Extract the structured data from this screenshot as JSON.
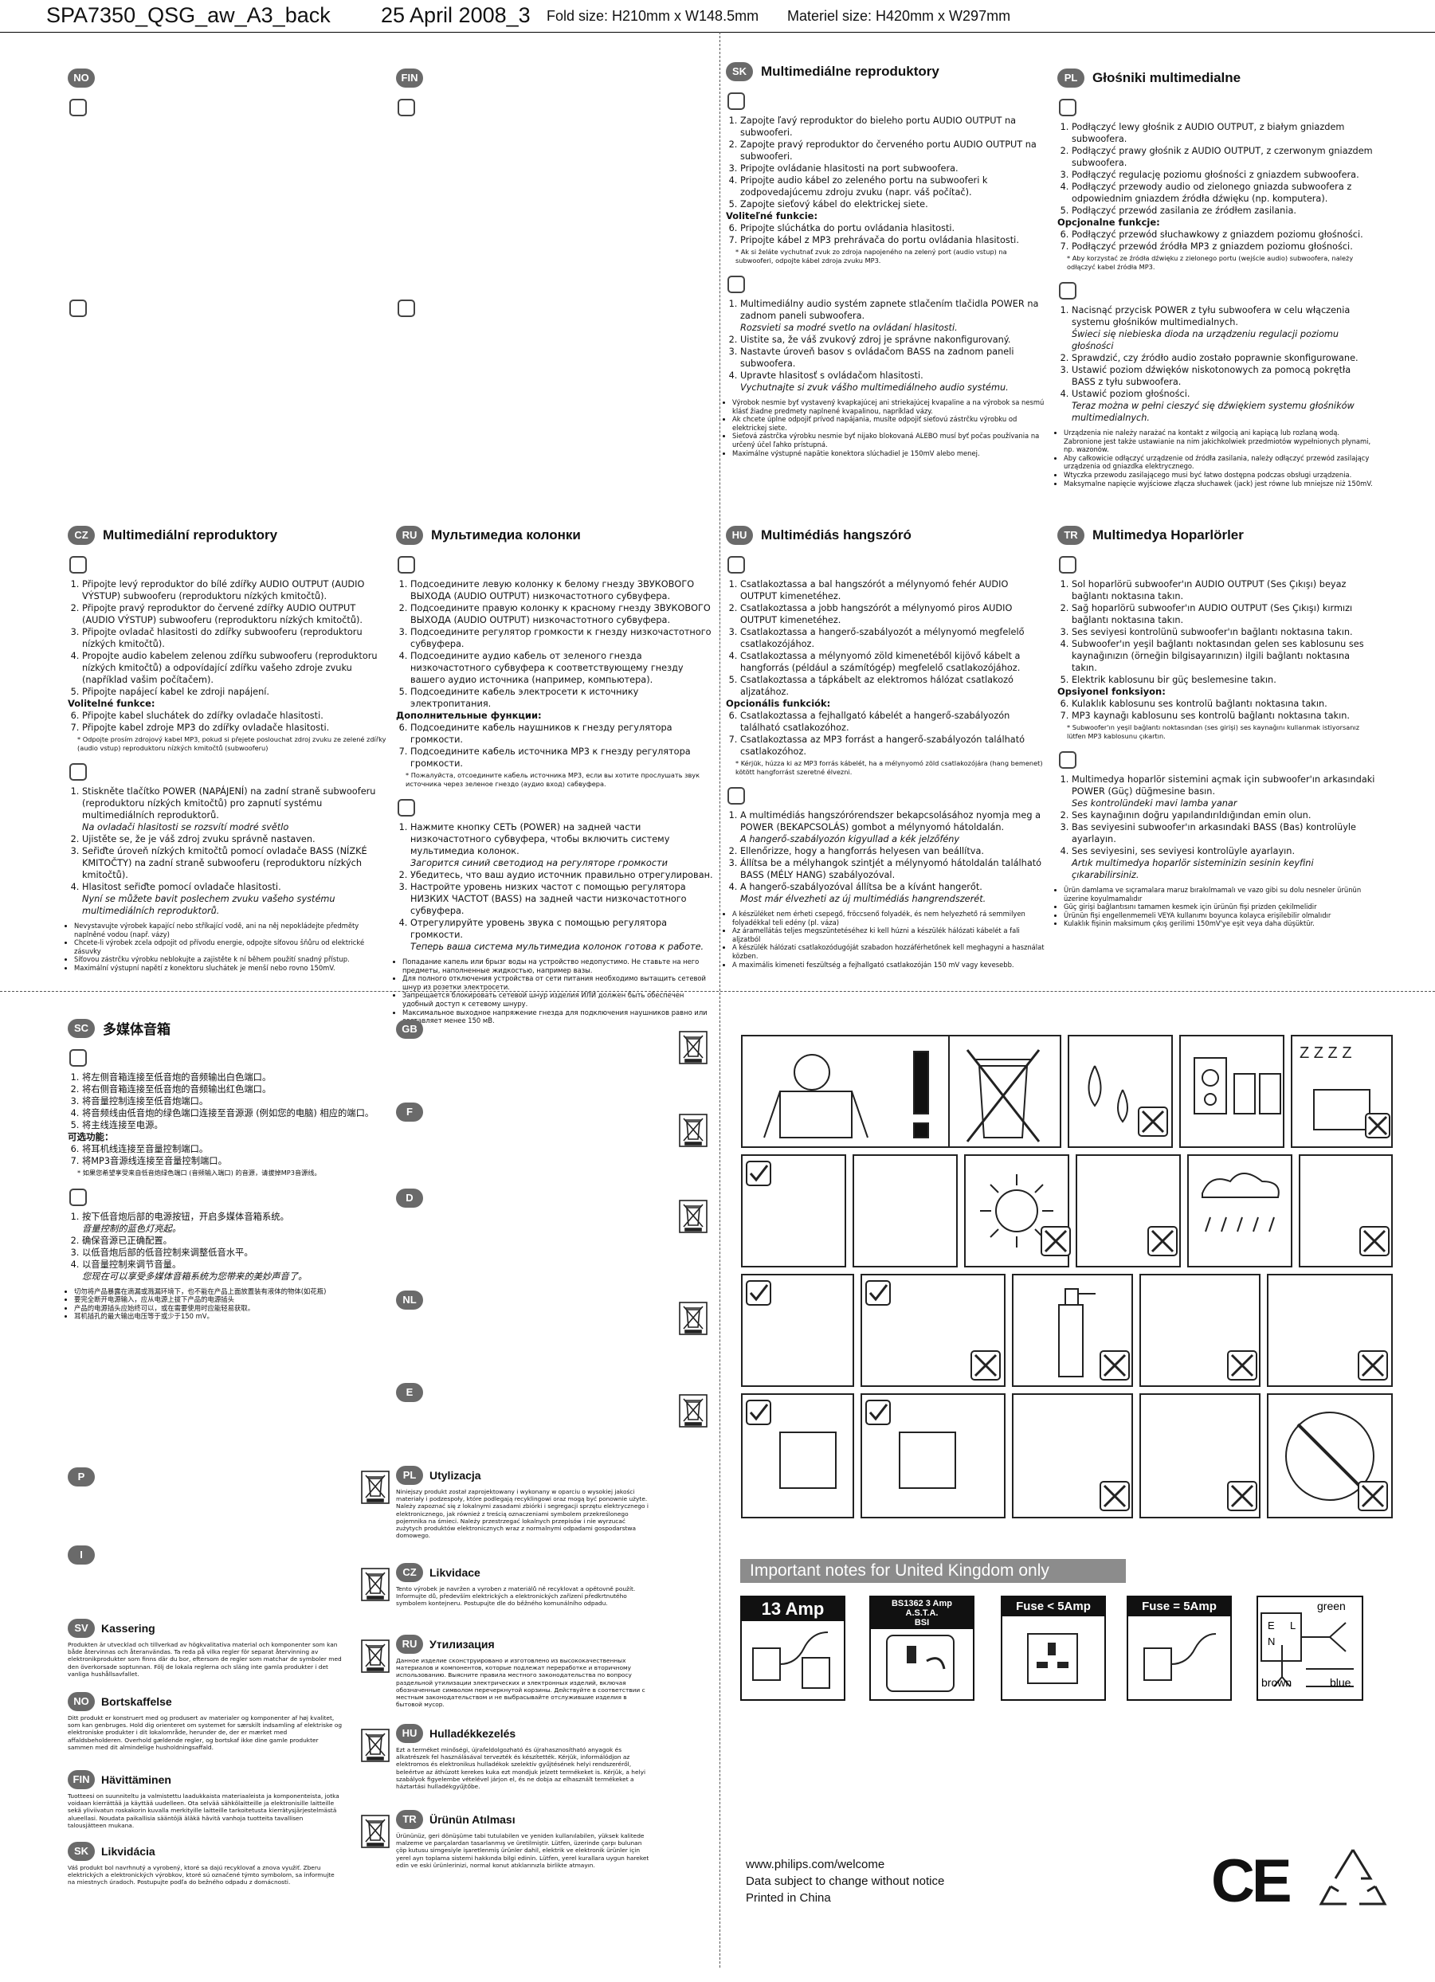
{
  "header": {
    "doc_name": "SPA7350_QSG_aw_A3_back",
    "date": "25 April 2008_3",
    "fold_size": "Fold size: H210mm x W148.5mm",
    "material_size": "Materiel size: H420mm x W297mm"
  },
  "sections": {
    "no": {
      "code": "NO"
    },
    "fin": {
      "code": "FIN"
    },
    "sk": {
      "code": "SK",
      "title": "Multimediálne reproduktory",
      "steps_a": [
        "Zapojte ľavý reproduktor do bieleho portu AUDIO OUTPUT na subwooferi.",
        "Zapojte pravý reproduktor do červeného portu AUDIO OUTPUT na subwooferi.",
        "Pripojte ovládanie hlasitosti na port subwoofera.",
        "Pripojte audio kábel zo zeleného portu na subwooferi k zodpovedajúcemu zdroju zvuku (napr. váš počítač).",
        "Zapojte sieťový kábel do elektrickej siete."
      ],
      "optional": "Voliteľné funkcie:",
      "steps_b": [
        "Pripojte slúchátka do portu ovládania hlasitosti.",
        "Pripojte kábel z MP3 prehrávača do portu ovládania hlasitosti."
      ],
      "note": "* Ak si želáte vychutnať zvuk zo zdroja napojeného na zelený port (audio vstup) na subwooferi, odpojte kábel zdroja zvuku MP3.",
      "steps_c": [
        "Multimediálny audio systém zapnete stlačením tlačidla POWER na zadnom paneli subwoofera.",
        "Uistite sa, že váš zvukový zdroj je správne nakonfigurovaný.",
        "Nastavte úroveň basov s ovládačom BASS na zadnom paneli subwoofera.",
        "Upravte hlasitosť s ovládačom hlasitosti."
      ],
      "result_c1": "Rozsvieti sa modré svetlo na ovládaní hlasitosti.",
      "result_c4": "Vychutnajte si zvuk vášho multimediálneho audio systému.",
      "bullets": [
        "Výrobok nesmie byť vystavený kvapkajúcej ani striekajúcej kvapaline a na výrobok sa nesmú klásť žiadne predmety naplnené kvapalinou, napríklad vázy.",
        "Ak chcete úplne odpojiť prívod napájania, musíte odpojiť sieťovú zástrčku výrobku od elektrickej siete.",
        "Sieťová zástrčka výrobku nesmie byť nijako blokovaná ALEBO musí byť počas používania na určený účel ľahko prístupná.",
        "Maximálne výstupné napätie konektora slúchadiel je 150mV alebo menej."
      ]
    },
    "pl": {
      "code": "PL",
      "title": "Głośniki multimedialne",
      "steps_a": [
        "Podłączyć lewy głośnik z AUDIO OUTPUT, z białym gniazdem subwoofera.",
        "Podłączyć prawy głośnik z AUDIO OUTPUT, z czerwonym gniazdem subwoofera.",
        "Podłączyć regulację poziomu głośności z gniazdem subwoofera.",
        "Podłączyć przewody audio od zielonego gniazda subwoofera z odpowiednim gniazdem źródła dźwięku (np. komputera).",
        "Podłączyć przewód zasilania ze źródłem zasilania."
      ],
      "optional": "Opcjonalne funkcje:",
      "steps_b": [
        "Podłączyć przewód słuchawkowy z gniazdem poziomu głośności.",
        "Podłączyć przewód źródła MP3 z gniazdem poziomu głośności."
      ],
      "note": "* Aby korzystać ze źródła dźwięku z zielonego portu (wejście audio) subwoofera, należy odłączyć kabel źródła MP3.",
      "steps_c": [
        "Nacisnąć przycisk POWER z tyłu subwoofera w celu włączenia systemu głośników multimedialnych.",
        "Sprawdzić, czy źródło audio zostało poprawnie skonfigurowane.",
        "Ustawić poziom dźwięków niskotonowych za pomocą pokrętła BASS z tyłu subwoofera.",
        "Ustawić poziom głośności."
      ],
      "result_c1": "Świeci się niebieska dioda na urządzeniu regulacji poziomu głośności",
      "result_c4": "Teraz można w pełni cieszyć się dźwiękiem systemu głośników multimedialnych.",
      "bullets": [
        "Urządzenia nie należy narażać na kontakt z wilgocią ani kapiącą lub rozlaną wodą. Zabronione jest także ustawianie na nim jakichkolwiek przedmiotów wypełnionych płynami, np. wazonów.",
        "Aby całkowicie odłączyć urządzenie od źródła zasilania, należy odłączyć przewód zasilający urządzenia od gniazdka elektrycznego.",
        "Wtyczka przewodu zasilającego musi być łatwo dostępna podczas obsługi urządzenia.",
        "Maksymalne napięcie wyjściowe złącza słuchawek (jack) jest równe lub mniejsze niż 150mV."
      ]
    },
    "cz": {
      "code": "CZ",
      "title": "Multimediální reproduktory",
      "steps_a": [
        "Připojte levý reproduktor do bílé zdířky AUDIO OUTPUT (AUDIO VÝSTUP) subwooferu (reproduktoru nízkých kmitočtů).",
        "Připojte pravý reproduktor do červené zdířky AUDIO OUTPUT (AUDIO VÝSTUP) subwooferu (reproduktoru nízkých kmitočtů).",
        "Připojte ovladač hlasitosti do zdířky subwooferu (reproduktoru nízkých kmitočtů).",
        "Propojte audio kabelem zelenou zdířku subwooferu (reproduktoru nízkých kmitočtů) a odpovídající zdířku vašeho zdroje zvuku (například vašim počítačem).",
        "Připojte napájecí kabel ke zdroji napájení."
      ],
      "optional": "Volitelné funkce:",
      "steps_b": [
        "Připojte kabel sluchátek do zdířky ovladače hlasitosti.",
        "Připojte kabel zdroje MP3 do zdířky ovladače hlasitosti."
      ],
      "note": "* Odpojte prosím zdrojový kabel MP3, pokud si přejete poslouchat zdroj zvuku ze zelené zdířky (audio vstup) reproduktoru nízkých kmitočtů (subwooferu)",
      "steps_c": [
        "Stiskněte tlačítko POWER (NAPÁJENÍ) na zadní straně subwooferu (reproduktoru nízkých kmitočtů) pro zapnutí systému multimediálních reproduktorů.",
        "Ujistěte se, že je váš zdroj zvuku správně nastaven.",
        "Seřiďte úroveň nízkých kmitočtů pomocí ovladače BASS (NÍZKÉ KMITOČTY) na zadní straně subwooferu (reproduktoru nízkých kmitočtů).",
        "Hlasitost seřiďte pomocí ovladače hlasitosti."
      ],
      "result_c1": "Na ovladači hlasitosti se rozsvítí modré světlo",
      "result_c4": "Nyní se můžete bavit poslechem zvuku vašeho systému multimediálních reproduktorů.",
      "bullets": [
        "Nevystavujte výrobek kapající nebo stříkající vodě, ani na něj nepokládejte předměty naplněné vodou (např. vázy)",
        "Chcete-li výrobek zcela odpojit od přívodu energie, odpojte síťovou šňůru od elektrické zásuvky",
        "Síťovou zástrčku výrobku neblokujte a zajistěte k ní během použití snadný přístup.",
        "Maximální výstupní napětí z konektoru sluchátek je menší nebo rovno 150mV."
      ]
    },
    "ru": {
      "code": "RU",
      "title": "Мультимедиа колонки",
      "steps_a": [
        "Подсоедините левую колонку к белому гнезду ЗВУКОВОГО ВЫХОДА (AUDIO OUTPUT) низкочастотного субвуфера.",
        "Подсоедините правую колонку к красному гнезду ЗВУКОВОГО ВЫХОДА (AUDIO OUTPUT) низкочастотного субвуфера.",
        "Подсоедините регулятор громкости к гнезду низкочастотного субвуфера.",
        "Подсоедините аудио кабель от зеленого гнезда низкочастотного субвуфера к соответствующему гнезду вашего аудио источника (например, компьютера).",
        "Подсоедините кабель электросети к источнику электропитания."
      ],
      "optional": "Дополнительные функции:",
      "steps_b": [
        "Подсоедините кабель наушников к гнезду регулятора громкости.",
        "Подсоедините кабель источника MP3 к гнезду регулятора громкости."
      ],
      "note": "* Пожалуйста, отсоедините кабель источника MP3, если вы хотите прослушать звук источника через зеленое гнездо (аудио вход) сабвуфера.",
      "steps_c": [
        "Нажмите кнопку СЕТЬ (POWER) на задней части низкочастотного субвуфера, чтобы включить систему мультимедиа колонок.",
        "Убедитесь, что ваш аудио источник правильно отрегулирован.",
        "Настройте уровень низких частот с помощью регулятора НИЗКИХ ЧАСТОТ (BASS) на задней части низкочастотного субвуфера.",
        "Отрегулируйте уровень звука с помощью регулятора громкости."
      ],
      "result_c1": "Загорится синий светодиод на регуляторе громкости",
      "result_c4": "Теперь ваша система мультимедиа колонок готова к работе.",
      "bullets": [
        "Попадание капель или брызг воды на устройство недопустимо. Не ставьте на него предметы, наполненные жидкостью, например вазы.",
        "Для полного отключения устройства от сети питания необходимо вытащить сетевой шнур из розетки электросети.",
        "Запрещается блокировать сетевой шнур изделия ИЛИ должен быть обеспечен удобный доступ к сетевому шнуру.",
        "Максимальное выходное напряжение гнезда для подключения наушников равно или составляет менее 150 мВ."
      ]
    },
    "hu": {
      "code": "HU",
      "title": "Multimédiás hangszóró",
      "steps_a": [
        "Csatlakoztassa a bal hangszórót a mélynyomó fehér AUDIO OUTPUT kimenetéhez.",
        "Csatlakoztassa a jobb hangszórót a mélynyomó piros AUDIO OUTPUT kimenetéhez.",
        "Csatlakoztassa a hangerő-szabályozót a mélynyomó megfelelő csatlakozójához.",
        "Csatlakoztassa a mélynyomó zöld kimenetéből kijövő kábelt a hangforrás (például a számítógép) megfelelő csatlakozójához.",
        "Csatlakoztassa a tápkábelt az elektromos hálózat csatlakozó aljzatához."
      ],
      "optional": "Opcionális funkciók:",
      "steps_b": [
        "Csatlakoztassa a fejhallgató kábelét a hangerő-szabályozón található csatlakozóhoz.",
        "Csatlakoztassa az MP3 forrást a hangerő-szabályozón található csatlakozóhoz."
      ],
      "note": "* Kérjük, húzza ki az MP3 forrás kábelét, ha a mélynyomó zöld csatlakozójára (hang bemenet) kötött hangforrást szeretné élvezni.",
      "steps_c": [
        "A multimédiás hangszórórendszer bekapcsolásához nyomja meg a POWER (BEKAPCSOLÁS) gombot a mélynyomó hátoldalán.",
        "Ellenőrizze, hogy a hangforrás helyesen van beállítva.",
        "Állítsa be a mélyhangok szintjét a mélynyomó hátoldalán található BASS (MÉLY HANG) szabályozóval.",
        "A hangerő-szabályozóval állítsa be a kívánt hangerőt."
      ],
      "result_c1": "A hangerő-szabályozón kigyullad a kék jelzőfény",
      "result_c4": "Most már élvezheti az új multimédiás hangrendszerét.",
      "bullets": [
        "A készüléket nem érheti csepegő, fröccsenő folyadék, és nem helyezhető rá semmilyen folyadékkal teli edény (pl. váza)",
        "Az áramellátás teljes megszüntetéséhez ki kell húzni a készülék hálózati kábelét a fali aljzatból",
        "A készülék hálózati csatlakozódugóját szabadon hozzáférhetőnek kell meghagyni a használat közben.",
        "A maximális kimeneti feszültség a fejhallgató csatlakozóján 150 mV vagy kevesebb."
      ]
    },
    "tr": {
      "code": "TR",
      "title": "Multimedya Hoparlörler",
      "steps_a": [
        "Sol hoparlörü subwoofer'ın AUDIO OUTPUT (Ses Çıkışı) beyaz bağlantı noktasına takın.",
        "Sağ hoparlörü subwoofer'ın AUDIO OUTPUT (Ses Çıkışı) kırmızı bağlantı noktasına takın.",
        "Ses seviyesi kontrolünü subwoofer'ın bağlantı noktasına takın.",
        "Subwoofer'ın yeşil bağlantı noktasından gelen ses kablosunu ses kaynağınızın (örneğin bilgisayarınızın) ilgili bağlantı noktasına takın.",
        "Elektrik kablosunu bir güç beslemesine takın."
      ],
      "optional": "Opsiyonel fonksiyon:",
      "steps_b": [
        "Kulaklık kablosunu ses kontrolü bağlantı noktasına takın.",
        "MP3 kaynağı kablosunu ses kontrolü bağlantı noktasına takın."
      ],
      "note": "* Subwoofer'ın yeşil bağlantı noktasından (ses girişi) ses kaynağını kullanmak istiyorsanız lütfen MP3 kablosunu çıkartın.",
      "steps_c": [
        "Multimedya hoparlör sistemini açmak için subwoofer'ın arkasındaki POWER (Güç) düğmesine basın.",
        "Ses kaynağının doğru yapılandırıldığından emin olun.",
        "Bas seviyesini subwoofer'ın arkasındaki BASS (Bas) kontrolüyle ayarlayın.",
        "Ses seviyesini, ses seviyesi kontrolüyle ayarlayın."
      ],
      "result_c1": "Ses kontrolündeki mavi lamba yanar",
      "result_c4": "Artık multimedya hoparlör sisteminizin sesinin keyfini çıkarabilirsiniz.",
      "bullets": [
        "Ürün damlama ve sıçramalara maruz bırakılmamalı ve vazo gibi su dolu nesneler ürünün üzerine koyulmamalıdır",
        "Güç girişi bağlantısını tamamen kesmek için ürünün fişi prizden çekilmelidir",
        "Ürünün fişi engellenmemeli VEYA kullanımı boyunca kolayca erişilebilir olmalıdır",
        "Kulaklık fişinin maksimum çıkış gerilimi 150mV'ye eşit veya daha düşüktür."
      ]
    },
    "sc": {
      "code": "SC",
      "title": "多媒体音箱",
      "steps_a": [
        "将左侧音箱连接至低音炮的音频输出白色端口。",
        "将右侧音箱连接至低音炮的音频输出红色端口。",
        "将音量控制连接至低音炮端口。",
        "将音频线由低音炮的绿色端口连接至音源源 (例如您的电脑) 相应的端口。",
        "将主线连接至电源。"
      ],
      "optional": "可选功能：",
      "steps_b": [
        "将耳机线连接至音量控制端口。",
        "将MP3音源线连接至音量控制端口。"
      ],
      "note": "* 如果您希望享受来自低音炮绿色端口 (音频输入端口) 的音源，请拔掉MP3音源线。",
      "steps_c": [
        "按下低音炮后部的电源按钮，开启多媒体音箱系统。",
        "确保音源已正确配置。",
        "以低音炮后部的低音控制来调整低音水平。",
        "以音量控制来调节音量。"
      ],
      "result_c1": "音量控制的蓝色灯亮起。",
      "result_c4": "您现在可以享受多媒体音箱系统为您带来的美妙声音了。",
      "bullets": [
        "切勿将产品暴露在滴漏或溅漏环境下，也不能在产品上面放置装有液体的物体(如花瓶)",
        "要完全断开电源输入，应从电源上拔下产品的电源插头",
        "产品的电源插头应始终可以，或在需要使用时应能轻易获取。",
        "耳机插孔的最大输出电压等于或少于150 mV。"
      ]
    }
  },
  "disposal_left": [
    {
      "code": "P"
    },
    {
      "code": "I"
    },
    {
      "code": "SV",
      "title": "Kassering",
      "text": "Produkten är utvecklad och tillverkad av högkvalitativa material och komponenter som kan både återvinnas och återanvändas. Ta reda på vilka regler för separat återvinning av elektronikprodukter som finns där du bor, eftersom de regler som matchar de symboler med den överkorsade soptunnan. Följ de lokala reglerna och släng inte gamla produkter i det vanliga hushållsavfallet."
    },
    {
      "code": "NO",
      "title": "Bortskaffelse",
      "text": "Ditt produkt er konstruert med og produsert av materialer og komponenter af høj kvalitet, som kan genbruges. Hold dig orienteret om systemet for særskilt indsamling af elektriske og elektroniske produkter i dit lokalområde, herunder de, der er mærket med affaldsbeholderen. Overhold gældende regler, og bortskaf ikke dine gamle produkter sammen med dit almindelige husholdningsaffald."
    },
    {
      "code": "FIN",
      "title": "Hävittäminen",
      "text": "Tuotteesi on suunniteltu ja valmistettu laadukkaista materiaaleista ja komponenteista, jotka voidaan kierrättää ja käyttää uudelleen. Ota selvää sähkölaitteille ja elektronisille laitteille sekä yliviivatun roskakorin kuvalla merkityille laitteille tarkoitetusta kierrätysjärjestelmästä alueellasi. Noudata paikallisia sääntöjä äläkä hävitä vanhoja tuotteita tavallisen talousjätteen mukana."
    },
    {
      "code": "SK",
      "title": "Likvidácia",
      "text": "Váš produkt bol navrhnutý a vyrobený, ktoré sa dajú recyklovať a znova využiť. Zberu elektrických a elektronických výrobkov, ktoré sú označené týmto symbolom, sa informujte na miestnych úradoch. Postupujte podľa do bežného odpadu z domácnosti."
    }
  ],
  "disposal_right": [
    {
      "code": "GB"
    },
    {
      "code": "F"
    },
    {
      "code": "D"
    },
    {
      "code": "NL"
    },
    {
      "code": "E"
    },
    {
      "code": "PL",
      "title": "Utylizacja",
      "text": "Niniejszy produkt został zaprojektowany i wykonany w oparciu o wysokiej jakości materiały i podzespoły, które podlegają recyklingowi oraz mogą być ponownie użyte. Należy zapoznać się z lokalnymi zasadami zbiórki i segregacji sprzętu elektrycznego i elektronicznego, jak również z treścią oznaczeniami symbolem przekreślonego pojemnika na śmieci. Należy przestrzegać lokalnych przepisów i nie wyrzucać zużytych produktów elektronicznych wraz z normalnymi odpadami gospodarstwa domowego."
    },
    {
      "code": "CZ",
      "title": "Likvidace",
      "text": "Tento výrobek je navržen a vyroben z materiálů ně recyklovat a opětovně použít. Informujte dů, především elektrických a elektronických zařízení předkrtnutého symbolem kontejneru. Postupujte dle do běžného komunálního odpadu."
    },
    {
      "code": "RU",
      "title": "Утилизация",
      "text": "Данное изделие сконструировано и изготовлено из высококачественных материалов и компонентов, которые подлежат переработке и вторичному использованию. Выясните правила местного законодательства по вопросу раздельной утилизации электрических и электронных изделий, включая обозначенные символом перечеркнутой корзины. Действуйте в соответствии с местным законодательством и не выбрасывайте отслужившие изделия в бытовой мусор."
    },
    {
      "code": "HU",
      "title": "Hulladékkezelés",
      "text": "Ezt a terméket minőségi, újrafeldolgozható és újrahasznosítható anyagok és alkatrészek fel használásával tervezték és készítették. Kérjük, informálódjon az elektromos és elektronikus hulladékok szelektív gyűjtésének helyi rendszeréről, beleértve az áthúzott kerekes kuka ezt mondjuk jelzett termékeket is. Kérjük, a helyi szabályok figyelembe vételével járjon el, és ne dobja az elhasznált termékeket a háztartási hulladékgyűjtőbe."
    },
    {
      "code": "TR",
      "title": "Ürünün Atılması",
      "text": "Ürününüz, geri dönüşüme tabi tutulabilen ve yeniden kullanılabilen, yüksek kalitede malzeme ve parçalardan tasarlanmış ve üretilmiştir. Lütfen, üzerinde çarpı bulunan çöp kutusu simgesiyle işaretlenmiş ürünler dahil, elektrik ve elektronik ürünler için yerel ayrı toplama sistemi hakkında bilgi edinin. Lütfen, yerel kurallara uygun hareket edin ve eski ürünlerinizi, normal konut atıklarınızla birlikte atmayın."
    }
  ],
  "uk": {
    "banner": "Important notes for United Kingdom only",
    "box1": "13 Amp",
    "box2_line1": "BS1362 3 Amp",
    "box2_line2": "A.S.T.A.",
    "box2_line3": "BSI",
    "box3": "Fuse < 5Amp",
    "box4": "Fuse = 5Amp",
    "wire_green": "green",
    "wire_brown": "brown",
    "wire_blue": "blue",
    "term_e": "E",
    "term_n": "N",
    "term_l": "L"
  },
  "footer": {
    "url": "www.philips.com/welcome",
    "notice": "Data subject to change without notice",
    "origin": "Printed in China",
    "ce_mark": "CE"
  },
  "icons": [
    "read-manual-icon",
    "warning-exclamation-icon",
    "crossed-out-bin-icon",
    "no-dripping-water-icon",
    "no-sleeping-near-cable-icon",
    "dust-cleaning-icon",
    "no-direct-sun-icon",
    "no-heat-source-icon",
    "no-rain-icon",
    "ventilation-icon",
    "no-spray-icon",
    "no-dust-icon",
    "no-vibration-icon",
    "plug-in-wall-icon",
    "adapter-plug-icon",
    "no-cable-pinch-icon",
    "no-cart-tip-icon",
    "recycle-icon"
  ],
  "colors": {
    "badge": "#6a6a6a",
    "banner": "#8c8c8c",
    "ink": "#111111"
  }
}
